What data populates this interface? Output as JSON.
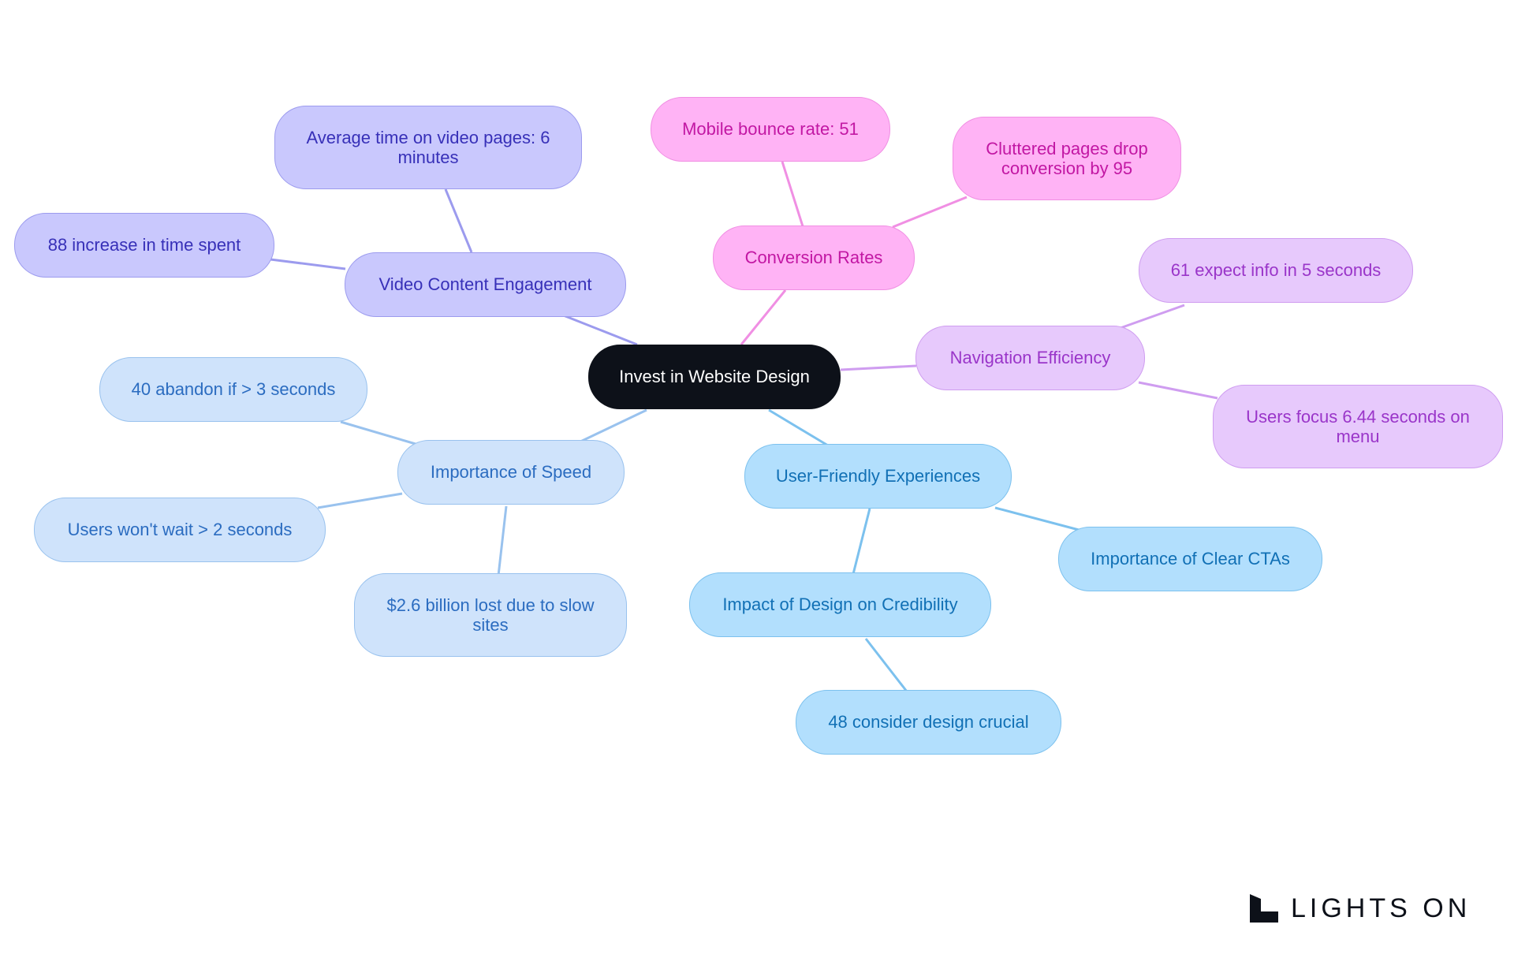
{
  "root": {
    "label": "Invest in Website Design"
  },
  "branches": {
    "video": {
      "label": "Video Content Engagement",
      "children": [
        "Average time on video pages: 6 minutes",
        "88 increase in time spent"
      ]
    },
    "conversion": {
      "label": "Conversion Rates",
      "children": [
        "Mobile bounce rate: 51",
        "Cluttered pages drop conversion by 95"
      ]
    },
    "navigation": {
      "label": "Navigation Efficiency",
      "children": [
        "61 expect info in 5 seconds",
        "Users focus 6.44 seconds on menu"
      ]
    },
    "speed": {
      "label": "Importance of Speed",
      "children": [
        "40 abandon if > 3 seconds",
        "Users won't wait > 2 seconds",
        "$2.6 billion lost due to slow sites"
      ]
    },
    "ux": {
      "label": "User-Friendly Experiences",
      "children": [
        "Importance of Clear CTAs",
        "Impact of Design on Credibility"
      ]
    },
    "credibility": {
      "children": [
        "48 consider design crucial"
      ]
    }
  },
  "colors": {
    "video": "#9c9bee",
    "conversion": "#f08fe3",
    "navigation": "#cf9df0",
    "speed": "#99c2ee",
    "ux": "#7cc1ee",
    "root": "#0d1119"
  },
  "logo": {
    "text": "LIGHTS ON"
  }
}
